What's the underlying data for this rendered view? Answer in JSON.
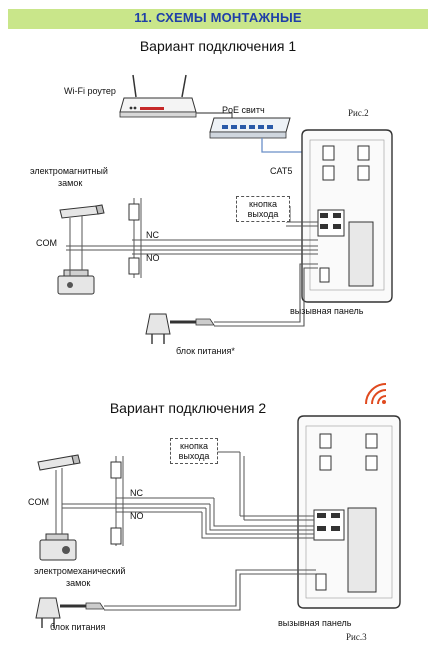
{
  "header": {
    "title": "11. СХЕМЫ МОНТАЖНЫЕ"
  },
  "variant1": {
    "title": "Вариант подключения 1",
    "wifi_router": "Wi-Fi роутер",
    "poe_switch": "PoE свитч",
    "cat5": "CAT5",
    "figure": "Рис.2",
    "lock_line1": "электромагнитный",
    "lock_line2": "замок",
    "exit_button_line1": "кнопка",
    "exit_button_line2": "выхода",
    "com": "COM",
    "nc": "NC",
    "no": "NO",
    "call_panel": "вызывная панель",
    "power_supply": "блок питания*"
  },
  "variant2": {
    "title": "Вариант подключения 2",
    "exit_button_line1": "кнопка",
    "exit_button_line2": "выхода",
    "com": "COM",
    "nc": "NC",
    "no": "NO",
    "lock_line1": "электромеханический",
    "lock_line2": "замок",
    "power_supply": "блок питания",
    "call_panel": "вызывная панель",
    "figure": "Рис.3"
  },
  "icons": [
    "wifi-signal-icon",
    "router-icon",
    "switch-icon",
    "lock-icon",
    "power-adapter-icon",
    "call-panel-icon"
  ],
  "colors": {
    "header_bar": "#c9e68a",
    "header_text": "#1f3fa8",
    "wifi": "#e04a1f",
    "cable": "#555555"
  }
}
